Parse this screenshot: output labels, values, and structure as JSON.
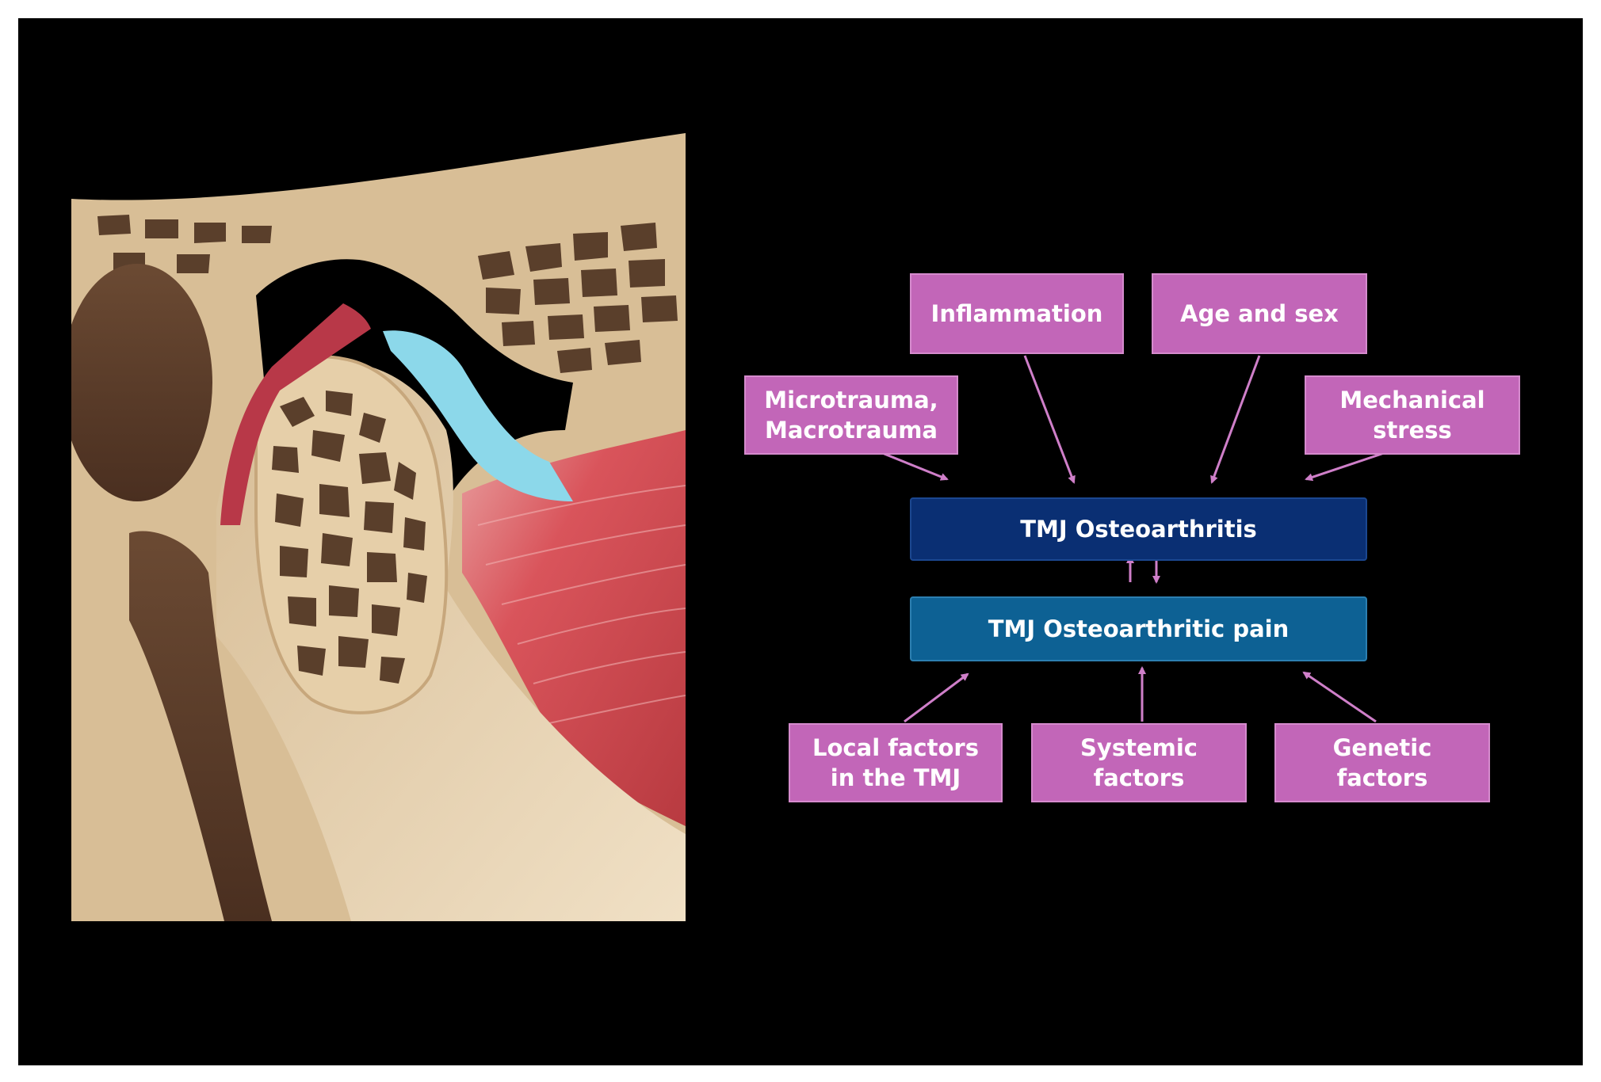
{
  "colors": {
    "background": "#000000",
    "factor_box": "#c266b8",
    "condition_box": "#0a2f73",
    "pain_box": "#0d6194",
    "arrow": "#cf7fc9",
    "bone": "#d9bf98",
    "trabecular": "#5a3f2b",
    "muscle": "#d24b52",
    "disc": "#8cd8ea"
  },
  "illustration": {
    "subject": "TMJ anatomical cross-section (condyle, articular disc, lateral pterygoid muscle)"
  },
  "flowchart": {
    "top_factors": {
      "inflammation": "Inflammation",
      "age_sex": "Age and sex",
      "microtrauma": "Microtrauma,\nMacrotrauma",
      "mechanical": "Mechanical\nstress"
    },
    "condition": "TMJ Osteoarthritis",
    "pain": "TMJ Osteoarthritic pain",
    "bottom_factors": {
      "local": "Local factors\nin the TMJ",
      "systemic": "Systemic\nfactors",
      "genetic": "Genetic\nfactors"
    }
  }
}
